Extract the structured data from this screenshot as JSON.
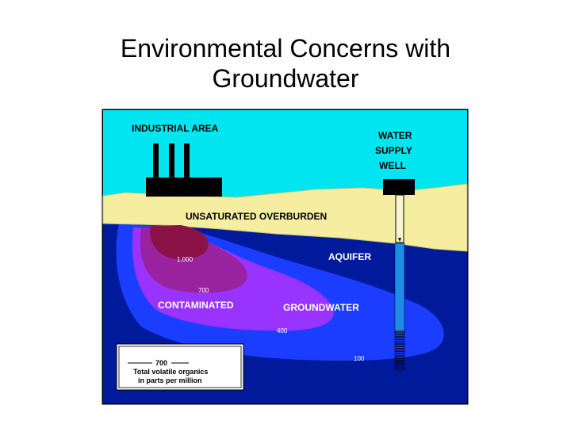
{
  "slide": {
    "title_line1": "Environmental Concerns with",
    "title_line2": "Groundwater"
  },
  "diagram": {
    "labels": {
      "industrial_area": "INDUSTRIAL AREA",
      "water_supply_well": [
        "WATER",
        "SUPPLY",
        "WELL"
      ],
      "unsaturated_overburden": "UNSATURATED OVERBURDEN",
      "aquifer": "AQUIFER",
      "contaminated": "CONTAMINATED",
      "groundwater": "GROUNDWATER"
    },
    "contours": {
      "c1000": "1,000",
      "c700": "700",
      "c400": "400",
      "c100": "100"
    },
    "legend": {
      "value": "700",
      "line1": "Total volatile organics",
      "line2": "in parts per million"
    },
    "colors": {
      "sky": "#00e5f0",
      "overburden": "#f5eea0",
      "aquifer": "#001a9c",
      "plume_100": "#1a3dff",
      "plume_400": "#9933ff",
      "plume_700": "#99229e",
      "plume_1000": "#8a1247",
      "well_screen": "#1e8ce8"
    }
  }
}
